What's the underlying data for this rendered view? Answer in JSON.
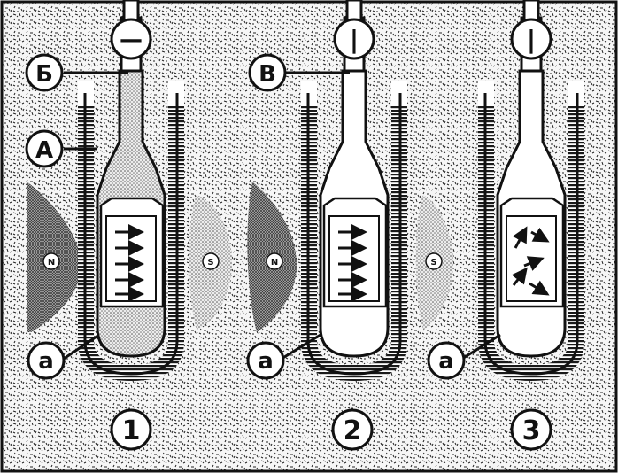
{
  "labels": {
    "b": "Б",
    "a_cap": "А",
    "v": "В",
    "a1": "а",
    "a2": "а",
    "a3": "а",
    "n1": "N",
    "s1": "S",
    "n2": "N",
    "s2": "S",
    "num1": "1",
    "num2": "2",
    "num3": "3"
  },
  "meter_readings": [
    "—",
    "|",
    "|"
  ],
  "colors": {
    "ink": "#111111",
    "paper": "#ffffff",
    "speckle_bg": "#f4f4f4",
    "liquid_tone": "#d9d9d9"
  }
}
